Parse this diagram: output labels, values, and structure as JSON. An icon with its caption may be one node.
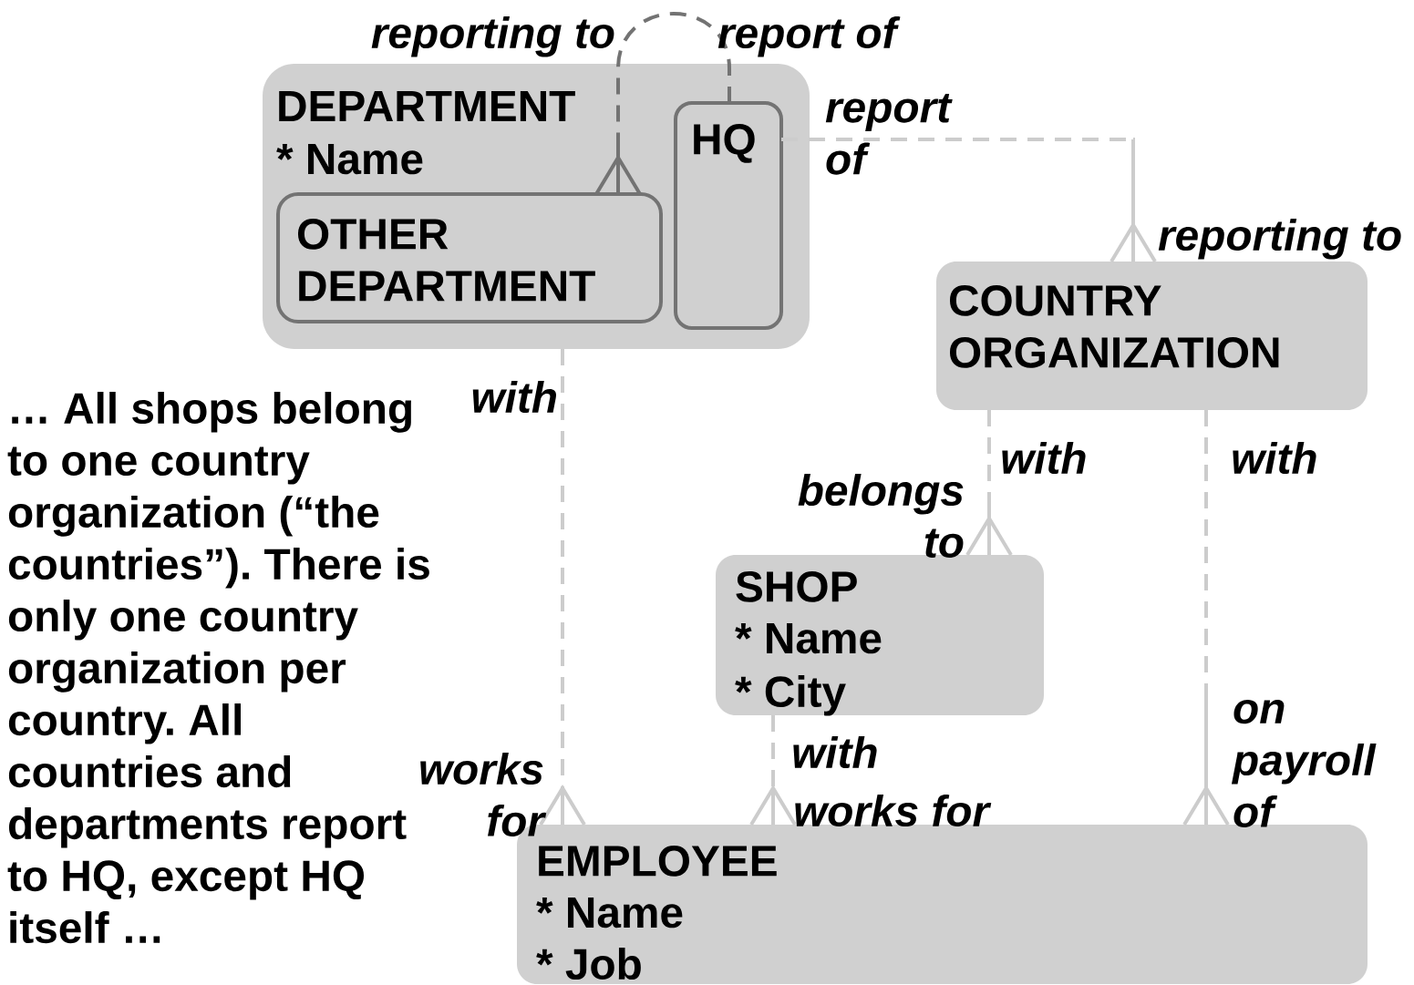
{
  "diagram": {
    "nodes": [
      {
        "text": [
          "DEPARTMENT",
          "* Name"
        ]
      },
      {
        "text": [
          "OTHER DEPARTMENT"
        ],
        "in": 0
      },
      {
        "text": [
          "HQ"
        ],
        "in": 0
      },
      {
        "text": [
          "COUNTRY ORGANIZATION"
        ]
      },
      {
        "text": [
          "SHOP",
          "* Name",
          "* City"
        ]
      },
      {
        "text": [
          "EMPLOYEE",
          "* Name",
          "* Job"
        ]
      }
    ],
    "edges": [
      {
        "from": 2,
        "to": 1,
        "arrow": "other",
        "label": "reporting to",
        "color": "#737373"
      },
      {
        "from": 2,
        "to": 3,
        "arrow": "other",
        "label": "reporting to"
      },
      {
        "from": 3,
        "to": 4,
        "arrow": "other",
        "label": "belongs to"
      },
      {
        "from": 0,
        "to": 5,
        "arrow": "other",
        "label": "works for",
        "style": "dashed"
      },
      {
        "from": 4,
        "to": 5,
        "arrow": "other",
        "label": "works for",
        "style": "dashed"
      },
      {
        "from": 3,
        "to": 5,
        "arrow": "other",
        "label": "on payroll of"
      }
    ],
    "labels": [
      "report of",
      "report of",
      "… All shops belong to one country organization (“the countries”). There is only one country organization per country. All countries and departments report to HQ, except HQ itself …",
      "with",
      "with",
      "with",
      "with"
    ]
  }
}
